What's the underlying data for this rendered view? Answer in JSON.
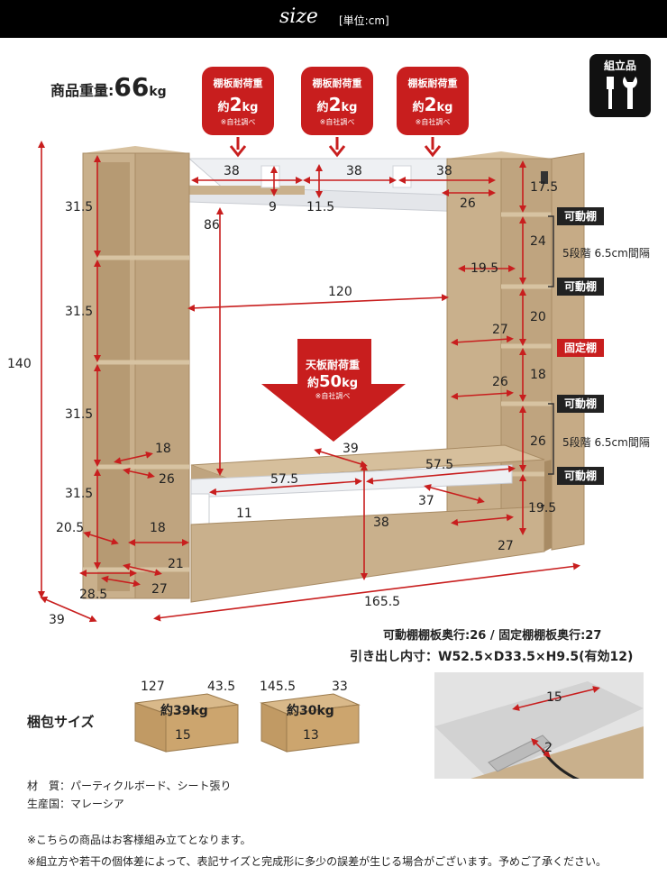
{
  "header": {
    "title": "size",
    "unit": "[単位:cm]"
  },
  "weight": {
    "label": "商品重量:",
    "value": "66",
    "unit": "kg"
  },
  "shelf_loads": [
    {
      "title": "棚板耐荷重",
      "prefix": "約",
      "value": "2",
      "unit": "kg",
      "note": "※自社調べ"
    },
    {
      "title": "棚板耐荷重",
      "prefix": "約",
      "value": "2",
      "unit": "kg",
      "note": "※自社調べ"
    },
    {
      "title": "棚板耐荷重",
      "prefix": "約",
      "value": "2",
      "unit": "kg",
      "note": "※自社調べ"
    }
  ],
  "top_load": {
    "title": "天板耐荷重",
    "prefix": "約",
    "value": "50",
    "unit": "kg",
    "note": "※自社調べ"
  },
  "assembly": {
    "label": "組立品"
  },
  "tags": {
    "movable": "可動棚",
    "fixed": "固定棚",
    "steps": "5段階 6.5cm間隔"
  },
  "dims": {
    "d38a": "38",
    "d38b": "38",
    "d38c": "38",
    "d9": "9",
    "d11_5": "11.5",
    "d26top": "26",
    "d17_5": "17.5",
    "d86": "86",
    "d120": "120",
    "d24": "24",
    "d19_5a": "19.5",
    "d20": "20",
    "d27a": "27",
    "d18r": "18",
    "d26b": "26",
    "d26c": "26",
    "d19_5b": "19.5",
    "d27b": "27",
    "d31_5a": "31.5",
    "d31_5b": "31.5",
    "d31_5c": "31.5",
    "d31_5d": "31.5",
    "d140": "140",
    "d18a": "18",
    "d26l": "26",
    "d20_5": "20.5",
    "d18b": "18",
    "d21": "21",
    "d28_5": "28.5",
    "d27l": "27",
    "d39l": "39",
    "d39": "39",
    "d57_5a": "57.5",
    "d57_5b": "57.5",
    "d11": "11",
    "d37": "37",
    "d38d": "38",
    "d165_5": "165.5"
  },
  "info": {
    "line1": "可動棚棚板奥行:26 / 固定棚棚板奥行:27",
    "line2": "引き出し内寸：W52.5×D33.5×H9.5(有効12)"
  },
  "packaging": {
    "label": "梱包サイズ",
    "boxes": [
      {
        "w": "127",
        "d": "43.5",
        "weight": "約39kg",
        "h": "15"
      },
      {
        "w": "145.5",
        "d": "33",
        "weight": "約30kg",
        "h": "13"
      }
    ]
  },
  "inset": {
    "d15": "15",
    "d2": "2"
  },
  "material": {
    "line1": "材　質：パーティクルボード、シート張り",
    "line2": "生産国：マレーシア"
  },
  "notes": [
    "※こちらの商品はお客様組み立てとなります。",
    "※組立方や若干の個体差によって、表記サイズと完成形に多少の誤差が生じる場合がございます。予めご了承ください。"
  ],
  "colors": {
    "accent": "#c81e1e",
    "wood": "#c9b08c",
    "woodDark": "#a88b64",
    "white": "#eef0f3"
  }
}
